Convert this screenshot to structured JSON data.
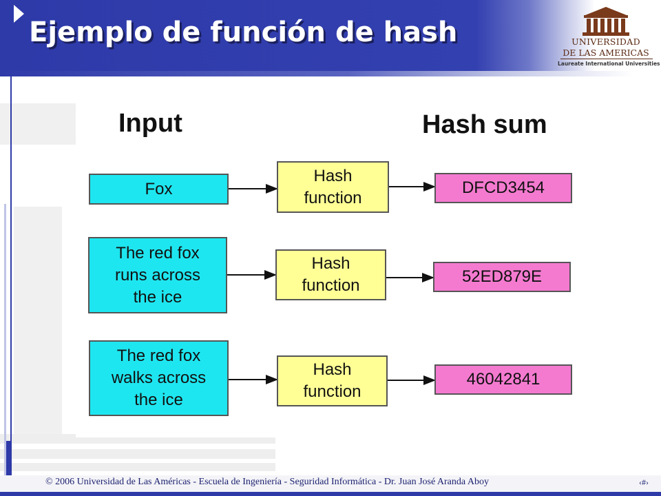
{
  "slide": {
    "title": "Ejemplo de función de hash"
  },
  "logo": {
    "line1": "UNIVERSIDAD",
    "line2": "DE LAS AMERICAS",
    "line3": "Laureate International Universities"
  },
  "diagram": {
    "input_heading": "Input",
    "output_heading": "Hash sum",
    "rows": [
      {
        "input": "Fox",
        "function": "Hash\nfunction",
        "output": "DFCD3454"
      },
      {
        "input": "The red fox\nruns across\nthe ice",
        "function": "Hash\nfunction",
        "output": "52ED879E"
      },
      {
        "input": "The red fox\nwalks across\nthe ice",
        "function": "Hash\nfunction",
        "output": "46042841"
      }
    ]
  },
  "footer": {
    "text": "© 2006 Universidad de Las Américas  -  Escuela de Ingeniería  -  Seguridad Informática  -  Dr. Juan José Aranda Aboy",
    "page": "‹#›"
  },
  "colors": {
    "header_blue": "#2e3aa8",
    "input_box": "#1ee6f0",
    "function_box": "#ffff96",
    "output_box": "#f47ad0"
  }
}
